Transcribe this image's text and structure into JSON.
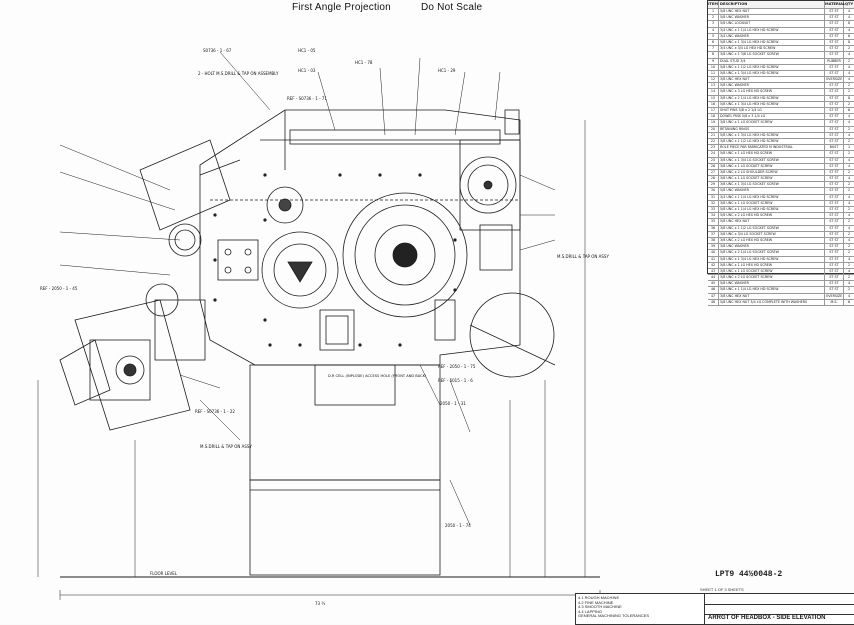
{
  "header": {
    "projection": "First Angle Projection",
    "scale_note": "Do Not Scale"
  },
  "bom": {
    "columns": [
      "ITEM",
      "DESCRIPTION",
      "MATERIAL",
      "QTY"
    ],
    "rows": [
      [
        "1",
        "5/8 UNC HEX NUT",
        "ST ST",
        "4"
      ],
      [
        "2",
        "5/8 UNC WASHER",
        "ST ST",
        "4"
      ],
      [
        "3",
        "5/8 UNC LOCKNUT",
        "ST ST",
        "8"
      ],
      [
        "4",
        "3/4 UNC x 1 1/4 LG HEX HD SCREW",
        "ST ST",
        "4"
      ],
      [
        "5",
        "3/4 UNC WASHER",
        "ST ST",
        "6"
      ],
      [
        "6",
        "5/8 UNC x 1 3/4 LG HEX HD SCREW",
        "ST ST",
        "8"
      ],
      [
        "7",
        "3/4 UNC x 3/4 LG HEX HD SCREW",
        "ST ST",
        "2"
      ],
      [
        "8",
        "3/8 UNC x 1 3/8 LG SOCKET SCREW",
        "ST ST",
        "4"
      ],
      [
        "9",
        "DUAL STUD 3/4",
        "RUBBER",
        "2"
      ],
      [
        "10",
        "5/8 UNC x 1 1/2 LG HEX HD SCREW",
        "ST ST",
        "4"
      ],
      [
        "11",
        "5/8 UNC x 1 3/4 LG HEX HD SCREW",
        "ST ST",
        "4"
      ],
      [
        "12",
        "3/8 UNC HEX NUT",
        "OVERSIZE",
        "4"
      ],
      [
        "13",
        "5/8 UNC WASHER",
        "ST ST",
        "2"
      ],
      [
        "14",
        "5/8 UNC x 3 LG HEX HD SCREW",
        "ST ST",
        "2"
      ],
      [
        "15",
        "3/8 UNC x 2 1/4 LG HEX HD SCREW",
        "ST ST",
        "8"
      ],
      [
        "16",
        "5/8 UNC x 1 3/4 LG HEX HD SCREW",
        "ST ST",
        "2"
      ],
      [
        "17",
        "SHUT PINS 5/8 x 2 1/4 LG",
        "ST ST",
        "6"
      ],
      [
        "18",
        "DOWEL PINS 5/8 x 3 1/4 LG",
        "ST ST",
        "4"
      ],
      [
        "19",
        "3/8 UNC x 1 LG SOCKET SCREW",
        "ST ST",
        "4"
      ],
      [
        "20",
        "RETAINING RINGS",
        "ST ST",
        "2"
      ],
      [
        "21",
        "5/8 UNC x 1 3/4 LG HEX HD SCREW",
        "ST ST",
        "4"
      ],
      [
        "22",
        "3/8 UNC x 1 1/2 LG HEX HD SCREW",
        "ST ST",
        "2"
      ],
      [
        "23",
        "ROLE PIECE PAR FABRICATED M INDUSTRIAL",
        "BUST",
        "1"
      ],
      [
        "24",
        "5/8 UNC x 1 LG HEX HD SCREW",
        "ST ST",
        "2"
      ],
      [
        "25",
        "3/8 UNC x 1 3/4 LG SOCKET SCREW",
        "ST ST",
        "4"
      ],
      [
        "26",
        "3/8 UNC x 1 LG SOCKET SCREW",
        "ST ST",
        "4"
      ],
      [
        "27",
        "3/8 UNC x 2 LG SHOULDER SCREW",
        "ST ST",
        "2"
      ],
      [
        "28",
        "3/8 UNC x 1 LG SOCKET SCREW",
        "ST ST",
        "4"
      ],
      [
        "29",
        "3/8 UNC x 1 3/4 LG SOCKET SCREW",
        "ST ST",
        "2"
      ],
      [
        "30",
        "5/8 UNC WASHER",
        "ST ST",
        "2"
      ],
      [
        "31",
        "3/4 UNC x 1 1/4 LG HEX HD SCREW",
        "ST ST",
        "4"
      ],
      [
        "32",
        "3/8 UNC x 1 LG SOCKET SCREW",
        "ST ST",
        "4"
      ],
      [
        "33",
        "5/8 UNC x 1 1/4 LG HEX HD SCREW",
        "ST ST",
        "2"
      ],
      [
        "34",
        "5/8 UNC x 2 LG HEX HD SCREW",
        "ST ST",
        "4"
      ],
      [
        "35",
        "5/8 UNC HEX NUT",
        "ST ST",
        "2"
      ],
      [
        "36",
        "3/8 UNC x 1 1/2 LG SOCKET SCREW",
        "ST ST",
        "4"
      ],
      [
        "37",
        "3/8 UNC x 3/4 LG SOCKET SCREW",
        "ST ST",
        "2"
      ],
      [
        "38",
        "3/8 UNC x 2 LG HEX HD SCREW",
        "ST ST",
        "4"
      ],
      [
        "39",
        "3/8 UNC WASHER",
        "ST ST",
        "2"
      ],
      [
        "40",
        "5/8 UNC x 2 1/4 LG SOCKET SCREW",
        "ST ST",
        "2"
      ],
      [
        "41",
        "5/8 UNC x 1 3/4 LG HEX HD SCREW",
        "ST ST",
        "4"
      ],
      [
        "42",
        "5/8 UNC x 1 LG HEX HD SCREW",
        "ST ST",
        "2"
      ],
      [
        "43",
        "3/8 UNC x 1 LG SOCKET SCREW",
        "ST ST",
        "4"
      ],
      [
        "44",
        "3/8 UNC x 2 LG SOCKET SCREW",
        "ST ST",
        "2"
      ],
      [
        "45",
        "5/8 UNC WASHER",
        "ST ST",
        "4"
      ],
      [
        "46",
        "5/8 UNC x 1 1/4 LG HEX HD SCREW",
        "ST ST",
        "2"
      ],
      [
        "47",
        "3/8 UNC HEX NUT",
        "OVERSIZE",
        "4"
      ],
      [
        "48",
        "5/8 UNC HEX NUT 3/4 LG COMPLETE WITH WASHERS",
        "M.S.",
        "6"
      ]
    ]
  },
  "callouts": {
    "ref_1": "REF - S0736 - 1 - 71",
    "ref_2": "REF - 2050 - 1 - 45",
    "ref_3": "REF - S0736 - 1 - 22",
    "ref_4": "REF - 2050 - 1 - 75",
    "ref_5": "REF - 5015 - 1 - 6",
    "drill_1": "2 - HOLT M.S.DRILL & TAP ON ASSEMBLY",
    "drill_2": "M.S.DRILL & TAP ON ASSY",
    "drill_3": "M.S.DRILL & TAP ON ASSY",
    "cell_note": "D.R CELL (INPLODE) ACCESS HOLE (FRONT AND BACK)",
    "tag_a": "HC1 - 05",
    "tag_b": "HC1 - 03",
    "tag_c": "S0736 - 1 - 67",
    "tag_d": "2050 - 1 - 31",
    "tag_e": "HC1 - 78",
    "tag_f": "HC1 - 29",
    "tag_g": "2050 - 1 - 74"
  },
  "drawing_number": "LPT9 44½0048-2",
  "sheet_note": "SHEET 1 OF 3 SHEETS",
  "title_block": {
    "title": "ARRGT OF HEADBOX - SIDE ELEVATION",
    "notes": [
      "4.1 ROUGH MACHINE",
      "4.2 FINE MACHINE",
      "4.3 SMOOTH MACHINE",
      "4.4 LAPPING",
      "GENERAL MACHINING TOLERANCES"
    ]
  },
  "dimensions": {
    "bottom": "73 ¾",
    "floor": "FLOOR LEVEL"
  }
}
